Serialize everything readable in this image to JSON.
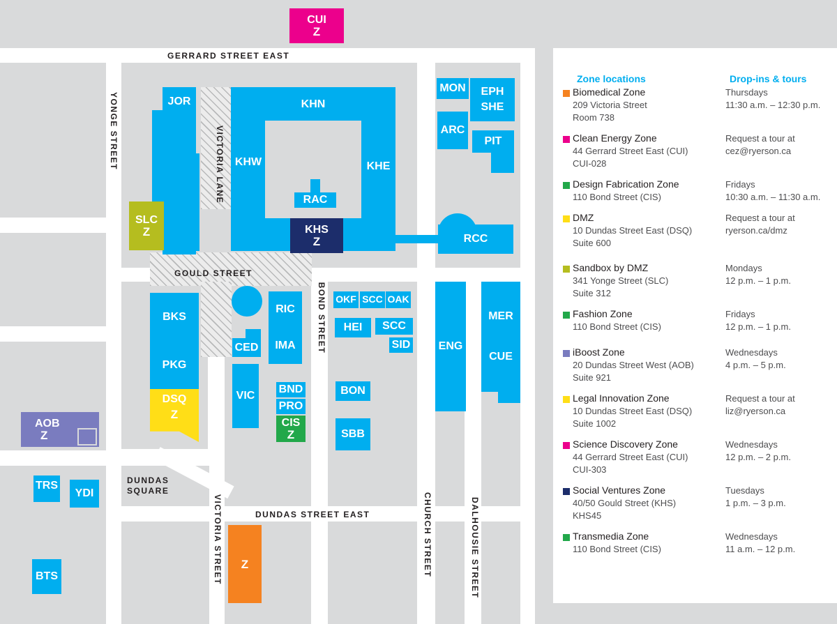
{
  "map": {
    "streets": {
      "gerrard": "GERRARD STREET EAST",
      "yonge": "YONGE STREET",
      "victoria_lane": "VICTORIA LANE",
      "gould": "GOULD STREET",
      "bond": "BOND STREET",
      "dundas_square": "DUNDAS\nSQUARE",
      "dundas": "DUNDAS STREET EAST",
      "victoria": "VICTORIA STREET",
      "church": "CHURCH STREET",
      "dalhousie": "DALHOUSIE STREET"
    },
    "zone_marker": "Z",
    "buildings": {
      "cui": "CUI",
      "jor": "JOR",
      "khn": "KHN",
      "khw": "KHW",
      "khe": "KHE",
      "rac": "RAC",
      "khs": "KHS",
      "slc": "SLC",
      "mon": "MON",
      "eph": "EPH",
      "she": "SHE",
      "arc": "ARC",
      "pit": "PIT",
      "rcc": "RCC",
      "bks": "BKS",
      "pkg": "PKG",
      "dsq": "DSQ",
      "ric": "RIC",
      "ced": "CED",
      "ima": "IMA",
      "vic": "VIC",
      "bnd": "BND",
      "pro": "PRO",
      "cis": "CIS",
      "okf": "OKF",
      "scc": "SCC",
      "oak": "OAK",
      "hei": "HEI",
      "scc2": "SCC",
      "sid": "SID",
      "bon": "BON",
      "sbb": "SBB",
      "eng": "ENG",
      "mer": "MER",
      "cue": "CUE",
      "aob": "AOB",
      "trs": "TRS",
      "ydi": "YDI",
      "bts": "BTS"
    }
  },
  "colors": {
    "building": "#00aeef",
    "block": "#d9dadb",
    "biomedical": "#f58220",
    "clean_energy": "#ec008c",
    "design_fab": "#22a84a",
    "dmz": "#ffde17",
    "sandbox": "#b5bd1f",
    "ibooost": "#7a7cbf",
    "social": "#1c2d6b"
  },
  "legend": {
    "heading_zones": "Zone locations",
    "heading_tours": "Drop-ins & tours",
    "entries": [
      {
        "name": "Biomedical Zone",
        "addr1": "209 Victoria Street",
        "addr2": "Room 738",
        "tour1": "Thursdays",
        "tour2": "11:30 a.m. – 12:30 p.m.",
        "color": "#f58220"
      },
      {
        "name": "Clean Energy Zone",
        "addr1": "44 Gerrard Street East (CUI)",
        "addr2": "CUI-028",
        "tour1": "Request a tour at",
        "tour2": "cez@ryerson.ca",
        "color": "#ec008c"
      },
      {
        "name": "Design Fabrication Zone",
        "addr1": "110 Bond Street (CIS)",
        "addr2": "",
        "tour1": "Fridays",
        "tour2": "10:30 a.m. – 11:30 a.m.",
        "color": "#22a84a"
      },
      {
        "name": "DMZ",
        "addr1": "10 Dundas Street East (DSQ)",
        "addr2": "Suite 600",
        "tour1": "Request a tour at",
        "tour2": "ryerson.ca/dmz",
        "color": "#ffde17"
      },
      {
        "name": "Sandbox by DMZ",
        "addr1": "341 Yonge Street (SLC)",
        "addr2": "Suite 312",
        "tour1": "Mondays",
        "tour2": "12 p.m. – 1 p.m.",
        "color": "#b5bd1f"
      },
      {
        "name": "Fashion Zone",
        "addr1": "110 Bond Street (CIS)",
        "addr2": "",
        "tour1": "Fridays",
        "tour2": "12 p.m. – 1 p.m.",
        "color": "#22a84a"
      },
      {
        "name": "iBoost Zone",
        "addr1": "20 Dundas Street West (AOB)",
        "addr2": "Suite 921",
        "tour1": "Wednesdays",
        "tour2": "4 p.m. – 5 p.m.",
        "color": "#7a7cbf"
      },
      {
        "name": "Legal Innovation Zone",
        "addr1": "10 Dundas Street East (DSQ)",
        "addr2": "Suite 1002",
        "tour1": "Request a tour at",
        "tour2": "liz@ryerson.ca",
        "color": "#ffde17"
      },
      {
        "name": "Science Discovery Zone",
        "addr1": "44 Gerrard Street East (CUI)",
        "addr2": "CUI-303",
        "tour1": "Wednesdays",
        "tour2": "12 p.m. – 2 p.m.",
        "color": "#ec008c"
      },
      {
        "name": "Social Ventures Zone",
        "addr1": "40/50 Gould Street  (KHS)",
        "addr2": "KHS45",
        "tour1": "Tuesdays",
        "tour2": "1 p.m. – 3 p.m.",
        "color": "#1c2d6b"
      },
      {
        "name": "Transmedia Zone",
        "addr1": "110 Bond Street (CIS)",
        "addr2": "",
        "tour1": "Wednesdays",
        "tour2": "11 a.m. – 12 p.m.",
        "color": "#22a84a"
      }
    ]
  }
}
